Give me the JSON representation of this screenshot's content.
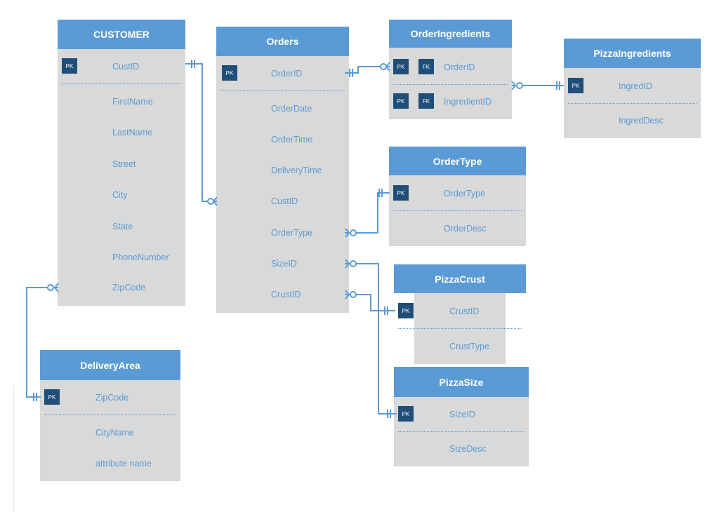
{
  "colors": {
    "header": "#5b9bd5",
    "body": "#d9d9d9",
    "key": "#1f4e79",
    "line": "#5b9bd5",
    "text": "#5b9bd5"
  },
  "entities": {
    "customer": {
      "title": "CUSTOMER",
      "pk": "PK",
      "fields": [
        "CustID",
        "FirstName",
        "LastName",
        "Street",
        "City",
        "State",
        "PhoneNumber",
        "ZipCode"
      ]
    },
    "orders": {
      "title": "Orders",
      "pk": "PK",
      "fields": [
        "OrderID",
        "OrderDate",
        "OrderTime",
        "DeliveryTime",
        "CustID",
        "OrderType",
        "SizeID",
        "CrustID"
      ]
    },
    "order_ingredients": {
      "title": "OrderIngredients",
      "pk": "PK",
      "fk": "FK",
      "fields": [
        "OrderID",
        "IngredientID"
      ]
    },
    "pizza_ingredients": {
      "title": "PizzaIngredients",
      "pk": "PK",
      "fields": [
        "IngredID",
        "IngredDesc"
      ]
    },
    "order_type": {
      "title": "OrderType",
      "pk": "PK",
      "fields": [
        "OrderType",
        "OrderDesc"
      ]
    },
    "pizza_crust": {
      "title": "PizzaCrust",
      "pk": "PK",
      "fields": [
        "CrustID",
        "CrustType"
      ]
    },
    "pizza_size": {
      "title": "PizzaSize",
      "pk": "PK",
      "fields": [
        "SizeID",
        "SizeDesc"
      ]
    },
    "delivery_area": {
      "title": "DeliveryArea",
      "pk": "PK",
      "fields": [
        "ZipCode",
        "CityName",
        "attribute name"
      ]
    }
  },
  "relationships": [
    {
      "from": "CUSTOMER.CustID",
      "to": "Orders.CustID",
      "from_end": "one",
      "to_end": "zero-or-many"
    },
    {
      "from": "Orders.OrderID",
      "to": "OrderIngredients.OrderID",
      "from_end": "one",
      "to_end": "zero-or-many"
    },
    {
      "from": "OrderIngredients.IngredientID",
      "to": "PizzaIngredients.IngredID",
      "from_end": "zero-or-many",
      "to_end": "one"
    },
    {
      "from": "Orders.OrderType",
      "to": "OrderType.OrderType",
      "from_end": "zero-or-many",
      "to_end": "one"
    },
    {
      "from": "Orders.SizeID",
      "to": "PizzaSize.SizeID",
      "from_end": "zero-or-many",
      "to_end": "one"
    },
    {
      "from": "Orders.CrustID",
      "to": "PizzaCrust.CrustID",
      "from_end": "zero-or-many",
      "to_end": "one"
    },
    {
      "from": "CUSTOMER.ZipCode",
      "to": "DeliveryArea.ZipCode",
      "from_end": "zero-or-many",
      "to_end": "one"
    }
  ]
}
